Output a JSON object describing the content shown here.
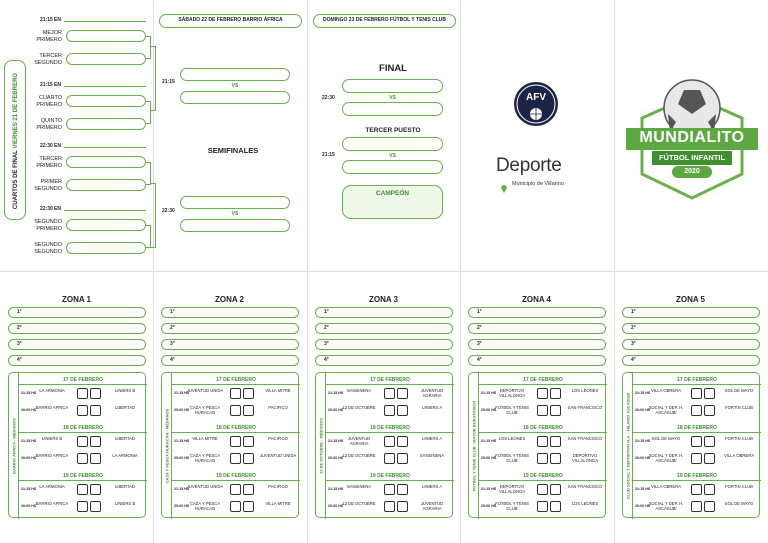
{
  "quarterfinals": {
    "vertical_title_main": "CUARTOS DE FINAL",
    "vertical_title_date": "VIERNES 21 DE FEBRERO",
    "en": "EN",
    "matches": [
      {
        "time": "21:15",
        "team1": "MEJOR PRIMERO",
        "team2": "TERCER SEGUNDO"
      },
      {
        "time": "21:15",
        "team1": "CUARTO PRIMERO",
        "team2": "QUINTO PRIMERO"
      },
      {
        "time": "22:30",
        "team1": "TERCER PRIMERO",
        "team2": "PRIMER SEGUNDO"
      },
      {
        "time": "22:30",
        "team1": "SEGUNDO PRIMERO",
        "team2": "SEGUNDO SEGUNDO"
      }
    ]
  },
  "semifinals": {
    "header": "SÁBADO 22 DE FEBRERO BARRIO ÁFRICA",
    "title": "SEMIFINALES",
    "vs": "VS",
    "times": [
      "21:15",
      "22:30"
    ]
  },
  "finals": {
    "header": "DOMINGO 23 DE FEBRERO FÚTBOL Y TENIS CLUB",
    "final_title": "FINAL",
    "final_time": "22:30",
    "third_title": "TERCER PUESTO",
    "third_time": "21:15",
    "vs": "VS",
    "champion": "CAMPEÓN"
  },
  "branding": {
    "afv_logo": "AFV",
    "deporte": "Deporte",
    "municipio": "Municipio de Villarino",
    "event_name": "MUNDIALITO",
    "event_sub": "FÚTBOL INFANTIL",
    "event_year": "2020"
  },
  "zones": [
    {
      "title": "ZONA 1",
      "side": "BARRIO ÁFRICA - MÉDANOS",
      "days": [
        {
          "date": "17 DE FEBRERO",
          "matches": [
            {
              "time": "21:15 HS",
              "a": "LA ARMONIA",
              "b": "LINIERS B"
            },
            {
              "time": "20:00 HS",
              "a": "BARRIO AFRICA",
              "b": "LIBERTAD"
            }
          ]
        },
        {
          "date": "18 DE FEBRERO",
          "matches": [
            {
              "time": "21:15 HS",
              "a": "LINIERS B",
              "b": "LIBERTAD"
            },
            {
              "time": "20:00 HS",
              "a": "BARRIO AFRICA",
              "b": "LA ARMONIA"
            }
          ]
        },
        {
          "date": "19 DE FEBRERO",
          "matches": [
            {
              "time": "21:15 HS",
              "a": "LA ARMONIA",
              "b": "LIBERTAD"
            },
            {
              "time": "20:00 HS",
              "a": "BARRIO AFRICA",
              "b": "LINIERS B"
            }
          ]
        }
      ]
    },
    {
      "title": "ZONA 2",
      "side": "CAZA Y PESCA HURACÁN - MÉDANOS",
      "days": [
        {
          "date": "17 DE FEBRERO",
          "matches": [
            {
              "time": "21:15 HS",
              "a": "JUVENTUD UNIDA",
              "b": "VILLA MITRE"
            },
            {
              "time": "20:00 HS",
              "a": "CAZA Y PESCA HURACAN",
              "b": "PACIFICO"
            }
          ]
        },
        {
          "date": "18 DE FEBRERO",
          "matches": [
            {
              "time": "21:15 HS",
              "a": "VILLA MITRE",
              "b": "PACIFICO"
            },
            {
              "time": "20:00 HS",
              "a": "CAZA Y PESCA HURACAN",
              "b": "JUVENTUD UNIDA"
            }
          ]
        },
        {
          "date": "19 DE FEBRERO",
          "matches": [
            {
              "time": "21:15 HS",
              "a": "JUVENTUD UNIDA",
              "b": "PACIFICO"
            },
            {
              "time": "20:00 HS",
              "a": "CAZA Y PESCA HURACAN",
              "b": "VILLA MITRE"
            }
          ]
        }
      ]
    },
    {
      "title": "ZONA 3",
      "side": "12 DE OCTUBRE - MÉDANOS",
      "days": [
        {
          "date": "17 DE FEBRERO",
          "matches": [
            {
              "time": "21:15 HS",
              "a": "SANSINENA",
              "b": "JUVENTUD AGRARIA"
            },
            {
              "time": "20:00 HS",
              "a": "12 DE OCTUBRE",
              "b": "LINIERS A"
            }
          ]
        },
        {
          "date": "18 DE FEBRERO",
          "matches": [
            {
              "time": "21:15 HS",
              "a": "JUVENTUD AGRARIA",
              "b": "LINIERS A"
            },
            {
              "time": "20:00 HS",
              "a": "12 DE OCTUBRE",
              "b": "SANSINENA"
            }
          ]
        },
        {
          "date": "19 DE FEBRERO",
          "matches": [
            {
              "time": "21:15 HS",
              "a": "SANSINENA",
              "b": "LINIERS A"
            },
            {
              "time": "20:00 HS",
              "a": "12 DE OCTUBRE",
              "b": "JUVENTUD AGRARIA"
            }
          ]
        }
      ]
    },
    {
      "title": "ZONA 4",
      "side": "FÚTBOL Y TENIS CLUB - MAYOR BURATOVICH",
      "days": [
        {
          "date": "17 DE FEBRERO",
          "matches": [
            {
              "time": "21:15 HS",
              "a": "DEPORTIVO VILLALONGA",
              "b": "LOS LEONES"
            },
            {
              "time": "20:00 HS",
              "a": "FÚTBOL Y TENIS CLUB",
              "b": "SAN FRANCISCO"
            }
          ]
        },
        {
          "date": "18 DE FEBRERO",
          "matches": [
            {
              "time": "21:15 HS",
              "a": "LOS LEONES",
              "b": "SAN FRANCISCO"
            },
            {
              "time": "20:00 HS",
              "a": "FÚTBOL Y TENIS CLUB",
              "b": "DEPORTIVO VILLALONGA"
            }
          ]
        },
        {
          "date": "19 DE FEBRERO",
          "matches": [
            {
              "time": "21:15 HS",
              "a": "DEPORTIVO VILLALONGA",
              "b": "SAN FRANCISCO"
            },
            {
              "time": "20:00 HS",
              "a": "FÚTBOL Y TENIS CLUB",
              "b": "LOS LEONES"
            }
          ]
        }
      ]
    },
    {
      "title": "ZONA 5",
      "side": "CLUB SOCIAL Y DEPORTIVO H.A. - HILARIO ASCASUBI",
      "days": [
        {
          "date": "17 DE FEBRERO",
          "matches": [
            {
              "time": "21:15 HS",
              "a": "VILLA OBRERA",
              "b": "SOL DE MAYO"
            },
            {
              "time": "20:00 HS",
              "a": "SOCIAL Y DEP. H. ASCASUBI",
              "b": "FORTÍN CLUB"
            }
          ]
        },
        {
          "date": "18 DE FEBRERO",
          "matches": [
            {
              "time": "21:15 HS",
              "a": "SOL DE MAYO",
              "b": "FORTÍN CLUB"
            },
            {
              "time": "20:00 HS",
              "a": "SOCIAL Y DEP. H. ASCASUBI",
              "b": "VILLA OBRERA"
            }
          ]
        },
        {
          "date": "19 DE FEBRERO",
          "matches": [
            {
              "time": "21:15 HS",
              "a": "VILLA OBRERA",
              "b": "FORTÍN CLUB"
            },
            {
              "time": "20:00 HS",
              "a": "SOCIAL Y DEP. H. ASCASUBI",
              "b": "SOL DE MAYO"
            }
          ]
        }
      ]
    }
  ],
  "zone_positions": [
    "1°",
    "2°",
    "3°",
    "4°"
  ],
  "colors": {
    "accent": "#6ab04c",
    "accent_dark": "#3f8f2f"
  }
}
